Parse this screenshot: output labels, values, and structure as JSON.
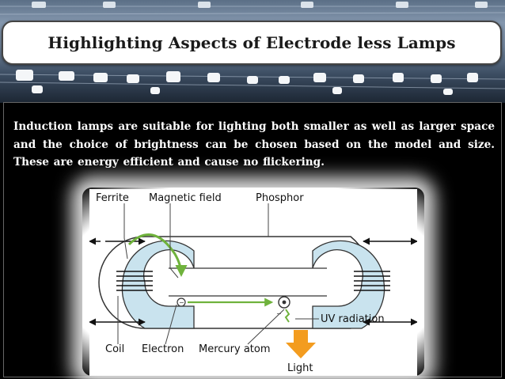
{
  "slide": {
    "title": "Highlighting Aspects of Electrode less Lamps",
    "body": "Induction lamps are suitable for lighting both smaller as well as larger space and the choice of brightness can be chosen based on the model and size.  These are energy efficient and cause no flickering."
  },
  "diagram": {
    "labels": {
      "ferrite": "Ferrite",
      "magnetic_field": "Magnetic field",
      "phosphor": "Phosphor",
      "uv_radiation": "UV radiation",
      "coil": "Coil",
      "electron": "Electron",
      "mercury_atom": "Mercury atom",
      "light": "Light"
    },
    "colors": {
      "tube_fill": "#c9e3ee",
      "field_arrow": "#6fb23c",
      "light_arrow": "#f39c1f",
      "outline": "#333333"
    }
  }
}
